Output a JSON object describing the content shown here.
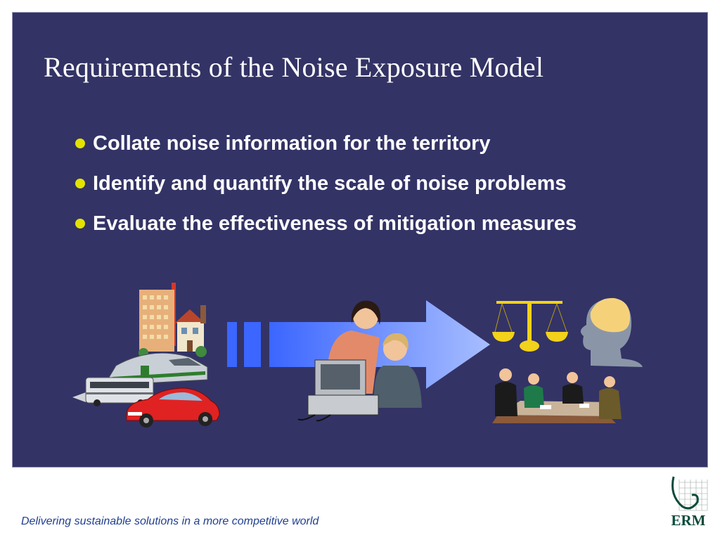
{
  "slide": {
    "title": "Requirements of the Noise Exposure Model",
    "bullets": [
      "Collate noise information for the territory",
      "Identify and quantify the scale of noise problems",
      "Evaluate the effectiveness of mitigation measures"
    ]
  },
  "footer": {
    "tagline": "Delivering sustainable solutions in a more competitive world",
    "logo_text": "ERM"
  },
  "colors": {
    "panel_bg": "#333366",
    "bullet_dot": "#e3e300",
    "arrow": "#4f78f0",
    "footer_text": "#1f3f8f",
    "logo": "#0a4a3a"
  },
  "icons": [
    "buildings-icon",
    "train-icon",
    "bus-icon",
    "car-icon",
    "arrow-icon",
    "office-workers-icon",
    "computer-icon",
    "scales-icon",
    "head-brain-icon",
    "meeting-icon"
  ]
}
